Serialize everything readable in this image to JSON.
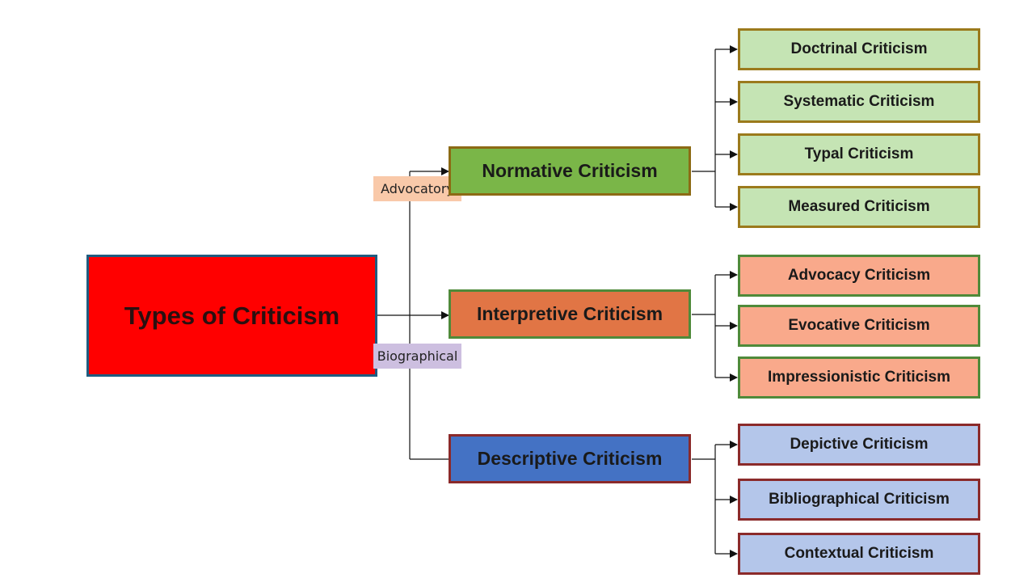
{
  "root": {
    "label": "Types of Criticism",
    "fill": "#ff0000",
    "border": "#1f5c80"
  },
  "tags": {
    "advocatory": {
      "label": "Advocatory",
      "fill": "#f9c9a9"
    },
    "biographical": {
      "label": "Biographical",
      "fill": "#cdbfe0"
    }
  },
  "branches": [
    {
      "label": "Normative Criticism",
      "fill": "#7ab648",
      "border": "#8c6a14",
      "children": [
        {
          "label": "Doctrinal Criticism"
        },
        {
          "label": "Systematic Criticism"
        },
        {
          "label": "Typal Criticism"
        },
        {
          "label": "Measured Criticism"
        }
      ],
      "child_fill": "#c5e4b4",
      "child_border": "#9b7a1c"
    },
    {
      "label": "Interpretive Criticism",
      "fill": "#e17545",
      "border": "#4f8a3a",
      "children": [
        {
          "label": "Advocacy Criticism"
        },
        {
          "label": "Evocative Criticism"
        },
        {
          "label": "Impressionistic Criticism"
        }
      ],
      "child_fill": "#f9a98b",
      "child_border": "#4f8a3a"
    },
    {
      "label": "Descriptive Criticism",
      "fill": "#4472c4",
      "border": "#8b2a2a",
      "children": [
        {
          "label": "Depictive Criticism"
        },
        {
          "label": "Bibliographical Criticism"
        },
        {
          "label": "Contextual Criticism"
        }
      ],
      "child_fill": "#b4c6ea",
      "child_border": "#8b2a2a"
    }
  ]
}
